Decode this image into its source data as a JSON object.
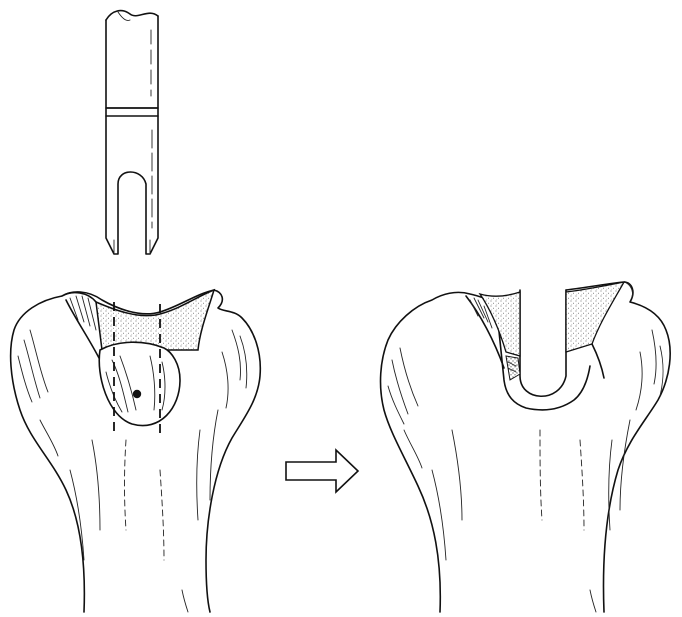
{
  "figure": {
    "panels": [
      {
        "id": "before",
        "name": "bone-with-chisel"
      },
      {
        "id": "after",
        "name": "bone-with-slot-cut"
      }
    ],
    "arrow": {
      "direction": "right"
    },
    "colors": {
      "line": "#111111",
      "stipple": "#555555",
      "background": "#ffffff"
    }
  }
}
